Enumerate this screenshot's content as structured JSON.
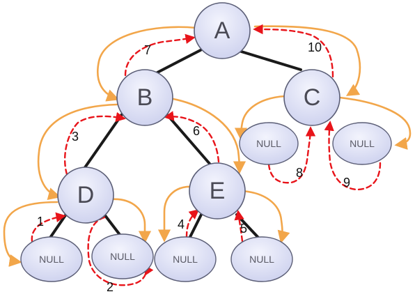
{
  "nodes": {
    "A": {
      "label": "A"
    },
    "B": {
      "label": "B"
    },
    "C": {
      "label": "C"
    },
    "D": {
      "label": "D"
    },
    "E": {
      "label": "E"
    },
    "D_left_null": {
      "label": "NULL"
    },
    "D_right_null": {
      "label": "NULL"
    },
    "E_left_null": {
      "label": "NULL"
    },
    "E_right_null": {
      "label": "NULL"
    },
    "C_left_null": {
      "label": "NULL"
    },
    "C_right_null": {
      "label": "NULL"
    }
  },
  "edges": [
    [
      "A",
      "B"
    ],
    [
      "A",
      "C"
    ],
    [
      "B",
      "D"
    ],
    [
      "B",
      "E"
    ],
    [
      "D",
      "D_left_null"
    ],
    [
      "D",
      "D_right_null"
    ],
    [
      "E",
      "E_left_null"
    ],
    [
      "E",
      "E_right_null"
    ]
  ],
  "steps": {
    "s1": "1",
    "s2": "2",
    "s3": "3",
    "s4": "4",
    "s5": "5",
    "s6": "6",
    "s7": "7",
    "s8": "8",
    "s9": "9",
    "s10": "10"
  },
  "colors": {
    "node_fill_top": "#eef0fb",
    "node_fill_bottom": "#cfd3ef",
    "node_stroke": "#5b5e76",
    "edge": "#1a1a1a",
    "traversal_path": "#f2a64a",
    "return_path": "#e8141a"
  }
}
